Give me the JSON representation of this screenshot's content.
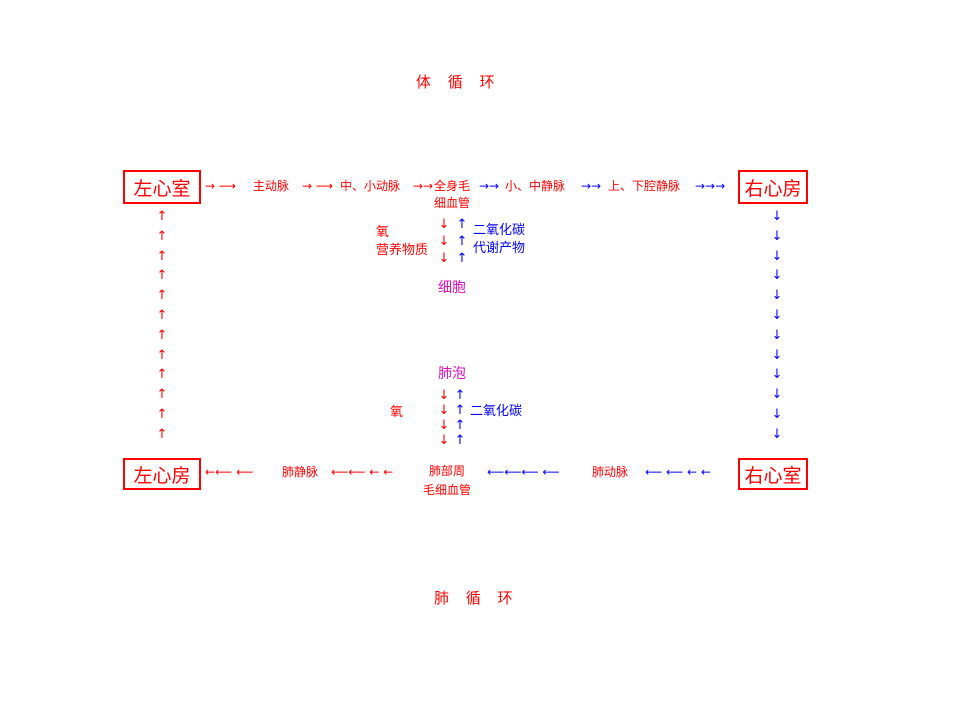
{
  "titles": {
    "systemic": "体 循 环",
    "pulmonary": "肺 循 环"
  },
  "chambers": {
    "left_ventricle": "左心室",
    "right_atrium": "右心房",
    "left_atrium": "左心房",
    "right_ventricle": "右心室"
  },
  "top_flow": {
    "a1": "→ ⟶",
    "aorta": "主动脉",
    "a2": "→ ⟶",
    "mid_small_artery": "中、小动脉",
    "a3": "→→",
    "capillary_line1": "全身毛",
    "capillary_line2": "细血管",
    "a4": "→→",
    "small_mid_vein": "小、中静脉",
    "a5": "→→",
    "vena_cava": "上、下腔静脉",
    "a6": "→→→"
  },
  "systemic_exchange": {
    "oxygen": "氧",
    "nutrients": "营养物质",
    "down_arrows": "↓ ↓ ↓",
    "up_arrows": "↑ ↑ ↑",
    "co2": "二氧化碳",
    "waste": "代谢产物",
    "cell": "细胞"
  },
  "pulmonary_exchange": {
    "alveolus": "肺泡",
    "oxygen": "氧",
    "down_arrows": "↓ ↓ ↓ ↓",
    "up_arrows": "↑ ↑ ↑ ↑",
    "co2": "二氧化碳"
  },
  "bottom_flow": {
    "b1": "←⟵ ⟵",
    "pulmonary_vein": "肺静脉",
    "b2": "⟵⟵ ← ←",
    "capillary_line1": "肺部周",
    "capillary_line2": "毛细血管",
    "b3": "⟵⟵⟵ ⟵",
    "pulmonary_artery": "肺动脉",
    "b4": "⟵ ⟵ ← ←"
  },
  "side_arrows": {
    "left_up": "↑\n↑\n↑\n↑\n↑\n↑\n↑\n↑\n↑\n↑\n↑\n↑",
    "right_down": "↓\n↓\n↓\n↓\n↓\n↓\n↓\n↓\n↓\n↓\n↓\n↓"
  },
  "colors": {
    "oxygenated": "#ff0000",
    "deoxygenated": "#0000ff",
    "cell_label": "#e010c0"
  }
}
